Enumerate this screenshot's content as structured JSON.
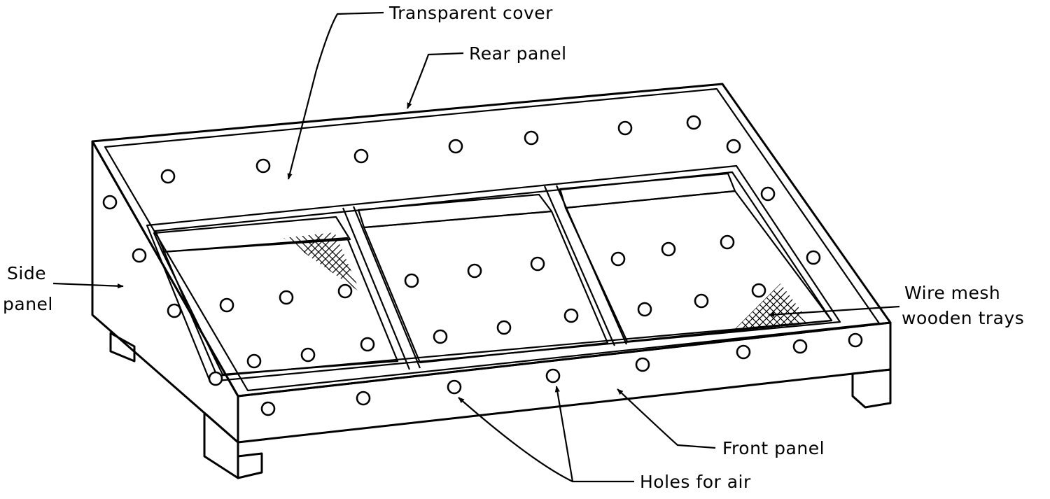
{
  "labels": {
    "transparent_cover": "Transparent cover",
    "rear_panel": "Rear panel",
    "side_panel_line1": "Side",
    "side_panel_line2": "panel",
    "wire_mesh_line1": "Wire mesh",
    "wire_mesh_line2": "wooden trays",
    "front_panel": "Front panel",
    "holes_for_air": "Holes for air"
  },
  "colors": {
    "ink": "#000000",
    "paper": "#ffffff"
  },
  "icons": {
    "hole": "circle-hole-icon",
    "mesh": "crosshatch-mesh-icon",
    "arrow": "arrowhead-icon"
  }
}
